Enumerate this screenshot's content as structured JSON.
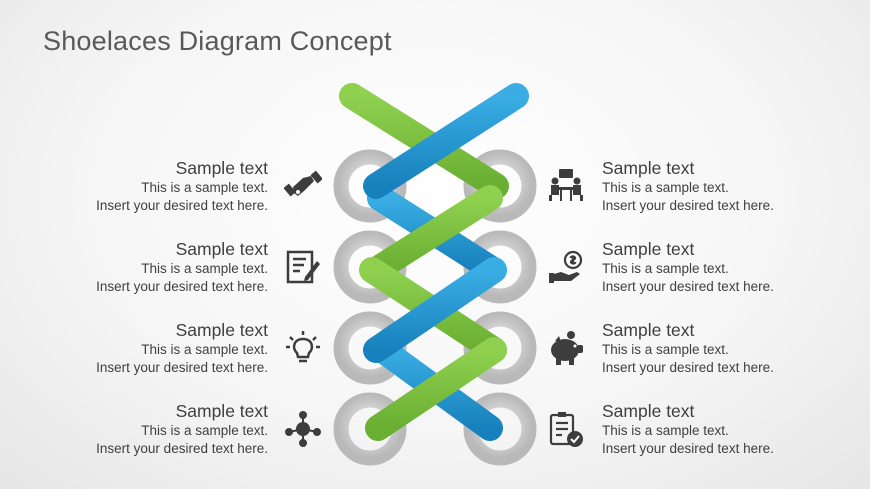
{
  "title": "Shoelaces Diagram Concept",
  "colors": {
    "green": "#7dc242",
    "blue": "#1f9ad6",
    "ring": "#c8c8c8",
    "text": "#404040",
    "icon": "#3d3d3d"
  },
  "left_items": [
    {
      "heading": "Sample text",
      "line1": "This is a sample text.",
      "line2": "Insert your desired text here.",
      "icon": "handshake-icon"
    },
    {
      "heading": "Sample text",
      "line1": "This is a sample text.",
      "line2": "Insert your desired text here.",
      "icon": "document-pen-icon"
    },
    {
      "heading": "Sample text",
      "line1": "This is a sample text.",
      "line2": "Insert your desired text here.",
      "icon": "lightbulb-icon"
    },
    {
      "heading": "Sample text",
      "line1": "This is a sample text.",
      "line2": "Insert your desired text here.",
      "icon": "network-icon"
    }
  ],
  "right_items": [
    {
      "heading": "Sample text",
      "line1": "This is a sample text.",
      "line2": "Insert your desired text here.",
      "icon": "meeting-icon"
    },
    {
      "heading": "Sample text",
      "line1": "This is a sample text.",
      "line2": "Insert your desired text here.",
      "icon": "money-hand-icon"
    },
    {
      "heading": "Sample text",
      "line1": "This is a sample text.",
      "line2": "Insert your desired text here.",
      "icon": "piggy-bank-icon"
    },
    {
      "heading": "Sample text",
      "line1": "This is a sample text.",
      "line2": "Insert your desired text here.",
      "icon": "clipboard-check-icon"
    }
  ]
}
